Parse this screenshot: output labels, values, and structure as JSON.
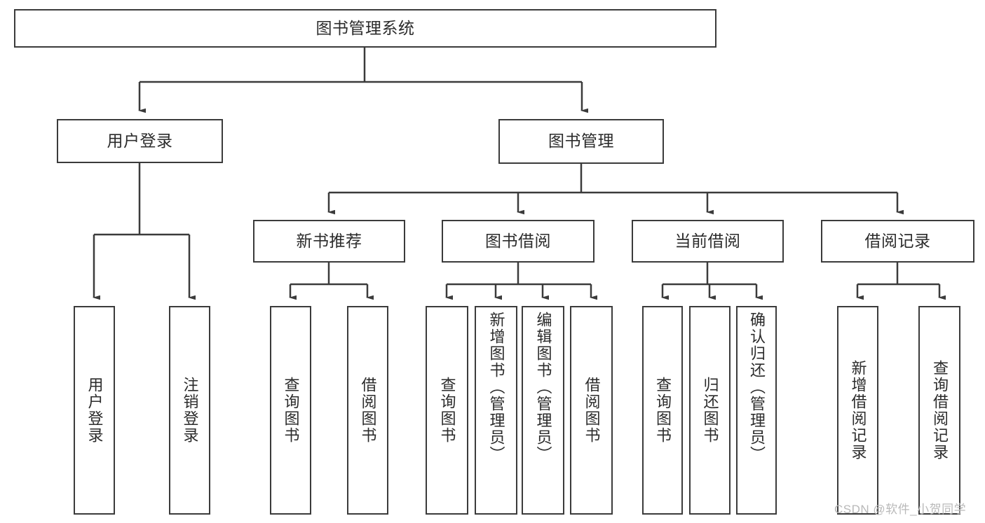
{
  "diagram": {
    "title_node": {
      "label": "图书管理系统"
    },
    "level1": [
      {
        "id": "user-login",
        "label": "用户登录"
      },
      {
        "id": "book-management",
        "label": "图书管理"
      }
    ],
    "level2": [
      {
        "id": "new-book-recommend",
        "label": "新书推荐"
      },
      {
        "id": "book-borrow",
        "label": "图书借阅"
      },
      {
        "id": "current-borrow",
        "label": "当前借阅"
      },
      {
        "id": "borrow-record",
        "label": "借阅记录"
      }
    ],
    "leaves": {
      "user_login": [
        {
          "id": "leaf-user-login",
          "label": "用户登录"
        },
        {
          "id": "leaf-logout-login",
          "label": "注销登录"
        }
      ],
      "new_book_recommend": [
        {
          "id": "leaf-query-book-1",
          "label": "查询图书"
        },
        {
          "id": "leaf-borrow-book-1",
          "label": "借阅图书"
        }
      ],
      "book_borrow": [
        {
          "id": "leaf-query-book-2",
          "label": "查询图书"
        },
        {
          "id": "leaf-add-book-admin",
          "label": "新增图书（管理员）"
        },
        {
          "id": "leaf-edit-book-admin",
          "label": "编辑图书（管理员）"
        },
        {
          "id": "leaf-borrow-book-2",
          "label": "借阅图书"
        }
      ],
      "current_borrow": [
        {
          "id": "leaf-query-book-3",
          "label": "查询图书"
        },
        {
          "id": "leaf-return-book",
          "label": "归还图书"
        },
        {
          "id": "leaf-confirm-return-admin",
          "label": "确认归还（管理员）"
        }
      ],
      "borrow_record": [
        {
          "id": "leaf-add-borrow-record",
          "label": "新增借阅记录"
        },
        {
          "id": "leaf-query-borrow-record",
          "label": "查询借阅记录"
        }
      ]
    }
  },
  "watermark": {
    "text": "CSDN @软件_小贺同学"
  },
  "colors": {
    "border": "#3b3b3b",
    "text": "#2b2b2b",
    "background": "#ffffff",
    "watermark": "#b9b9b9"
  }
}
